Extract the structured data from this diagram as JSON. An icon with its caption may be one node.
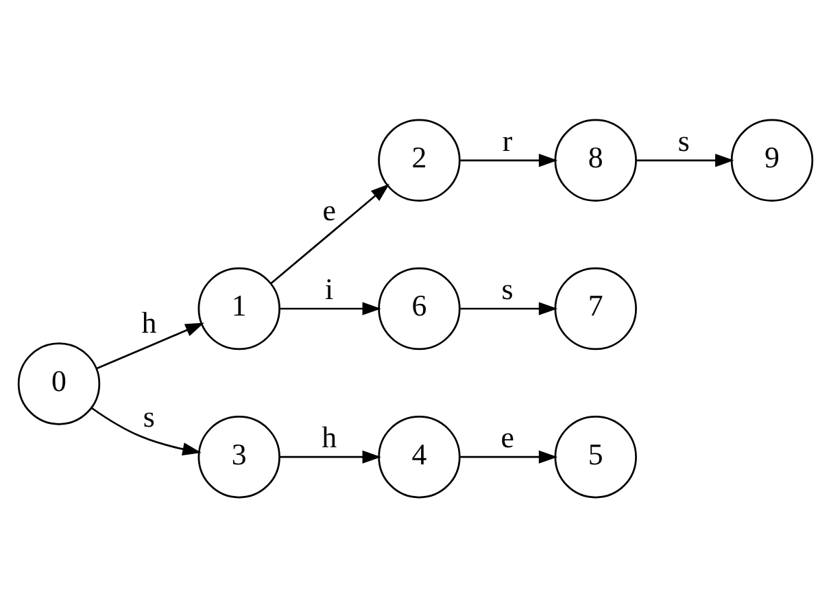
{
  "diagram": {
    "nodes": [
      {
        "text": [
          "0"
        ]
      },
      {
        "text": [
          "1"
        ]
      },
      {
        "text": [
          "2"
        ]
      },
      {
        "text": [
          "8"
        ]
      },
      {
        "text": [
          "9"
        ]
      },
      {
        "text": [
          "6"
        ]
      },
      {
        "text": [
          "7"
        ]
      },
      {
        "text": [
          "3"
        ]
      },
      {
        "text": [
          "4"
        ]
      },
      {
        "text": [
          "5"
        ]
      }
    ],
    "edges": [
      {
        "from": 0,
        "to": 1,
        "arrow": "to",
        "label": "h"
      },
      {
        "from": 1,
        "to": 2,
        "arrow": "to",
        "label": "e"
      },
      {
        "from": 2,
        "to": 3,
        "arrow": "to",
        "label": "r"
      },
      {
        "from": 3,
        "to": 4,
        "arrow": "to",
        "label": "s"
      },
      {
        "from": 1,
        "to": 5,
        "arrow": "to",
        "label": "i"
      },
      {
        "from": 5,
        "to": 6,
        "arrow": "to",
        "label": "s"
      },
      {
        "from": 0,
        "to": 7,
        "arrow": "to",
        "label": "s"
      },
      {
        "from": 7,
        "to": 8,
        "arrow": "to",
        "label": "h"
      },
      {
        "from": 8,
        "to": 9,
        "arrow": "to",
        "label": "e"
      }
    ]
  }
}
